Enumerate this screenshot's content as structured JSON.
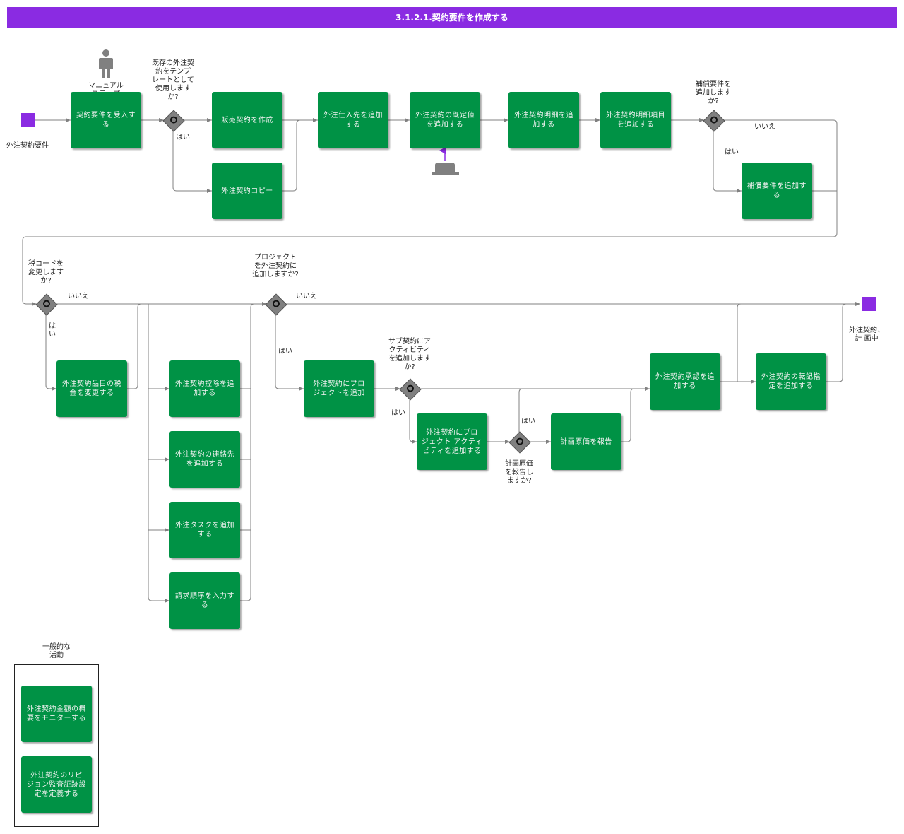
{
  "title": "3.1.2.1.契約要件を作成する",
  "colors": {
    "header": "#8a2be2",
    "task": "#009245",
    "gateway": "#808080",
    "event": "#8a2be2",
    "line": "#808080"
  },
  "events": {
    "start_label": "外注契約要件",
    "end_label": "外注契約、\n計 画中"
  },
  "manual_step_label": "マニュアル\nステップ",
  "tasks": {
    "t1": "契約要件を受入す\nる",
    "t2": "販売契約を作成",
    "t3": "外注契約コピー",
    "t4": "外注仕入先を追加\nする",
    "t5": "外注契約の既定値\nを追加する",
    "t6": "外注契約明細を追\n加する",
    "t7": "外注契約明細項目\nを追加する",
    "t8": "補償要件を追加す\nる",
    "t9": "外注契約品目の税\n金を変更する",
    "t10": "外注契約控除を追\n加する",
    "t11": "外注契約の連絡先\nを追加する",
    "t12": "外注タスクを追加\nする",
    "t13": "請求順序を入力す\nる",
    "t14": "外注契約にプロ\nジェクトを追加",
    "t15": "外注契約にプロ\nジェクト アクティ\nビティを追加する",
    "t16": "計画原価を報告",
    "t17": "外注契約承認を追\n加する",
    "t18": "外注契約の転記指\n定を追加する",
    "g1": "外注契約金額の概\n要をモニターする",
    "g2": "外注契約のリビ\nジョン監査証跡設\n定を定義する"
  },
  "gateways": {
    "q1": "既存の外注契\n約をテンプ\nレートとして\n使用します\nか?",
    "q2": "補償要件を\n追加します\nか?",
    "q3": "税コードを\n変更します\nか?",
    "q4": "プロジェクト\nを外注契約に\n追加しますか?",
    "q5": "サブ契約にア\nクティビティ\nを追加します\nか?",
    "q6": "計画原価\nを報告し\nますか?"
  },
  "branch_labels": {
    "yes": "はい",
    "no": "いいえ",
    "yes_vertical": "は\nい"
  },
  "group_label": "一般的な\n活動"
}
